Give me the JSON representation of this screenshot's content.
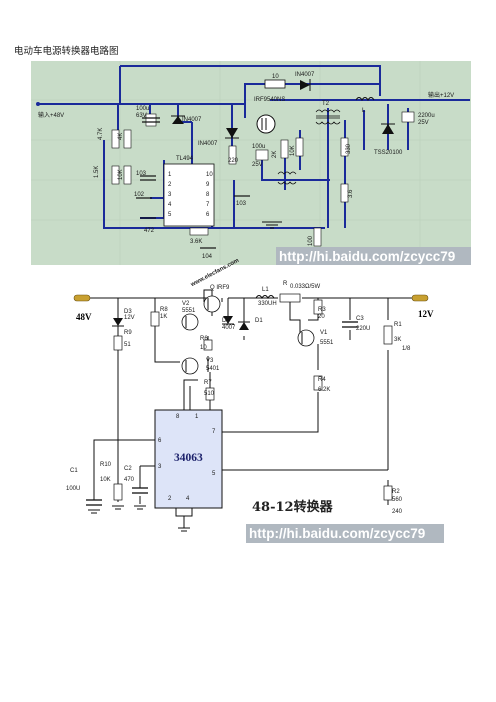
{
  "page": {
    "title": "电动车电源转换器电路图"
  },
  "top_circuit": {
    "background": "#c8dcc8",
    "wire_color": "#1a2a9a",
    "input_label": "输入+48V",
    "output_label": "输出+12V",
    "labels": {
      "r10": "10",
      "d_top": "IN4007",
      "cap_in": "100u",
      "cap_in_v": "63V",
      "d1": "IN4007",
      "d2": "IN4007",
      "mos": "IRF9540NS",
      "t2": "T2",
      "l": "L",
      "cap_out": "2200u",
      "cap_out_v": "25V",
      "schottky": "TSS20100",
      "r_47k": "4.7K",
      "r_4k": "4K",
      "r_1k": "1.5K",
      "r_10k": "10K",
      "cap_103": "103",
      "ic": "TL494",
      "r_220": "220",
      "cap_100u2": "100u",
      "cap_25v": "25V",
      "r_2k": "2K",
      "r_10k2": "10K",
      "r_330": "330",
      "r_3k6": "3.6",
      "cap_102": "102",
      "cap_472": "472",
      "r_38k": "3.6K",
      "cap_104": "104",
      "cap_103b": "103",
      "r_100": "100",
      "pin1": "1",
      "pin2": "2",
      "pin3": "3",
      "pin4": "4",
      "pin5": "5",
      "pin6": "6",
      "pin7": "7",
      "pin8": "8",
      "pin9": "9",
      "pin10": "10"
    },
    "watermark_site": "www.elecfans.com",
    "watermark_url": "http://hi.baidu.com/zcycc79",
    "watermark_bg": "#b0b8c0"
  },
  "bottom_circuit": {
    "input_voltage": "48V",
    "output_voltage": "12V",
    "ic_label": "34063",
    "ic_color": "#dde4f8",
    "title": "48-12转换器",
    "watermark_url": "http://hi.baidu.com/zcycc79",
    "labels": {
      "q": "Q IRF9",
      "d3": "D3",
      "d3v": "12V",
      "r9": "R9",
      "r9v": "51",
      "r8": "R8",
      "r8v": "1K",
      "v2": "V2",
      "v2t": "5551",
      "d2": "D2",
      "d2t": "4007",
      "d1": "D1",
      "r6": "R6",
      "r6v": "10",
      "v3": "V3",
      "v3t": "5401",
      "r7": "R7",
      "r7v": "510",
      "l1": "L1",
      "l1v": "330UH",
      "r": "R",
      "rv": "0.033Ω/5W",
      "r3": "R3",
      "r3v": "20",
      "v1": "V1",
      "v1t": "5551",
      "r4": "R4",
      "r4v": "6.2K",
      "c3": "C3",
      "c3v": "220U",
      "r1": "R1",
      "r1v": "3K",
      "r1t": "1/8",
      "r2": "R2",
      "r2v": "560",
      "r2t": "240",
      "c1": "C1",
      "c1v": "100U",
      "r10": "R10",
      "r10v": "10K",
      "c2": "C2",
      "c2v": "470",
      "pin8": "8",
      "pin1": "1",
      "pin7": "7",
      "pin6": "6",
      "pin3": "3",
      "pin2": "2",
      "pin4": "4",
      "pin5": "5"
    }
  }
}
